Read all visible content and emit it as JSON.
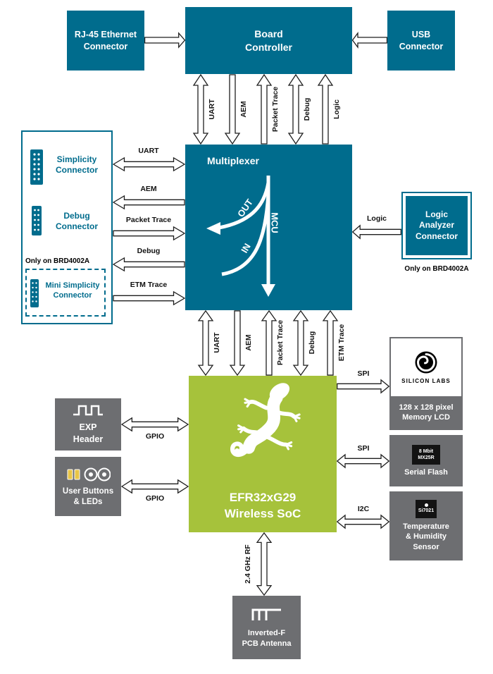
{
  "colors": {
    "teal": "#006C8D",
    "green": "#A6C23B",
    "gray": "#6D6E71",
    "arrow_fill": "#FFFFFF",
    "arrow_stroke": "#1F1F1F"
  },
  "boxes": {
    "rj45": "RJ-45 Ethernet\nConnector",
    "board_controller": "Board\nController",
    "usb": "USB\nConnector",
    "multiplexer": "Multiplexer",
    "logic_analyzer": "Logic\nAnalyzer\nConnector",
    "logic_analyzer_note": "Only on BRD4002A",
    "efr32": "EFR32xG29\nWireless SoC",
    "exp_header": "EXP\nHeader",
    "user_buttons": "User Buttons\n& LEDs",
    "lcd_brand": "SILICON LABS",
    "lcd_label": "128 x 128 pixel\nMemory LCD",
    "flash_chip": "8 Mbit\nMX25R",
    "flash_label": "Serial Flash",
    "sensor_chip": "Si7021",
    "sensor_label": "Temperature\n& Humidity\nSensor",
    "antenna": "Inverted-F\nPCB Antenna"
  },
  "left_panel": {
    "simplicity": "Simplicity\nConnector",
    "debug": "Debug\nConnector",
    "note": "Only on BRD4002A",
    "mini": "Mini Simplicity\nConnector"
  },
  "mux": {
    "out": "OUT",
    "mcu": "MCU",
    "in": "IN"
  },
  "arrows": {
    "bc_mux": [
      "UART",
      "AEM",
      "Packet Trace",
      "Debug",
      "Logic"
    ],
    "panel_mux": [
      "UART",
      "AEM",
      "Packet Trace",
      "Debug",
      "ETM Trace"
    ],
    "mux_soc": [
      "UART",
      "AEM",
      "Packet Trace",
      "Debug",
      "ETM Trace"
    ],
    "logic": "Logic",
    "gpio_exp": "GPIO",
    "gpio_buttons": "GPIO",
    "spi_lcd": "SPI",
    "spi_flash": "SPI",
    "i2c": "I2C",
    "rf": "2.4 GHz RF"
  }
}
